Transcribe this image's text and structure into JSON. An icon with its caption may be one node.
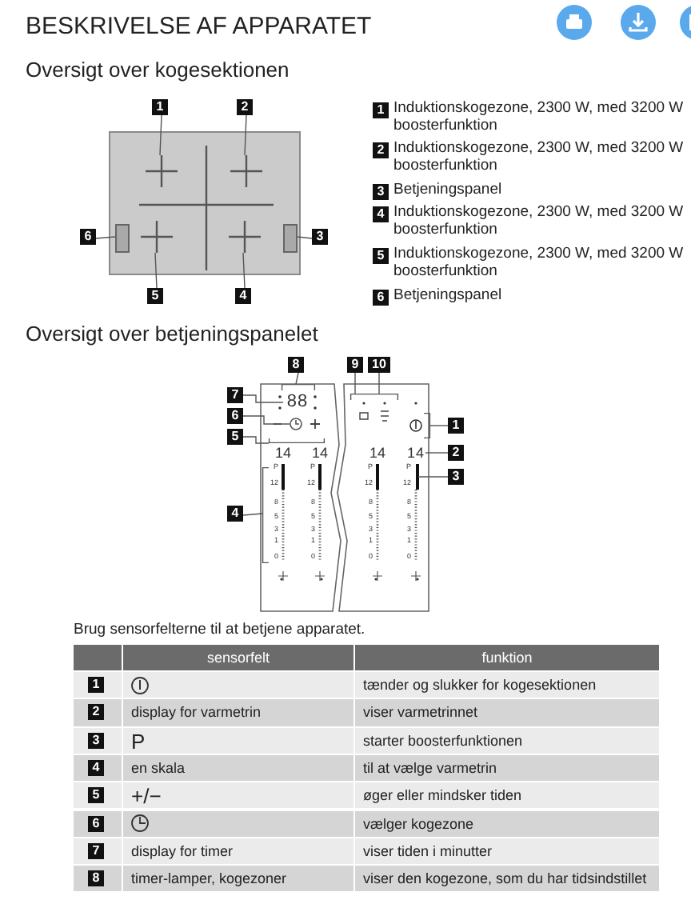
{
  "diagram": {
    "title": "BESKRIVELSE AF APPARATET",
    "nodes": [
      {
        "text": [
          "1"
        ]
      },
      {
        "text": [
          "2"
        ]
      },
      {
        "text": [
          "6"
        ]
      },
      {
        "text": [
          "3"
        ]
      },
      {
        "text": [
          "5"
        ]
      },
      {
        "text": [
          "4"
        ]
      },
      {
        "text": [],
        "shape": "box"
      },
      {
        "text": [],
        "shape": "cross",
        "in": 6
      },
      {
        "text": [],
        "shape": "cross",
        "in": 6
      },
      {
        "text": [],
        "shape": "box",
        "in": 6
      },
      {
        "text": [],
        "shape": "box",
        "in": 6
      },
      {
        "text": [],
        "shape": "cross",
        "in": 6
      },
      {
        "text": [],
        "shape": "cross",
        "in": 6
      },
      {
        "text": [
          "8"
        ]
      },
      {
        "text": [
          "9"
        ]
      },
      {
        "text": [
          "10"
        ]
      },
      {
        "text": [
          "7"
        ]
      },
      {
        "text": [
          "6"
        ]
      },
      {
        "text": [
          "1"
        ]
      },
      {
        "text": [
          "5"
        ]
      },
      {
        "text": [
          "2"
        ]
      },
      {
        "text": [
          "3"
        ]
      },
      {
        "text": [
          "4"
        ]
      },
      {
        "text": [
          "88"
        ]
      },
      {
        "text": [],
        "shape": "circle"
      },
      {
        "text": [
          "14"
        ]
      },
      {
        "text": [],
        "shape": "bar"
      },
      {
        "text": [],
        "shape": "bracket"
      },
      {
        "text": [],
        "shape": "bracket"
      },
      {
        "text": [],
        "shape": "bracket"
      },
      {
        "text": [],
        "shape": "bracket"
      },
      {
        "text": [],
        "shape": "bracket"
      },
      {
        "text": [
          "1"
        ],
        "beside": [
          "Induktionskogezone, 2300 W, med 3200 W boosterfunktion"
        ]
      },
      {
        "text": [
          "2"
        ],
        "beside": [
          "Induktionskogezone, 2300 W, med 3200 W boosterfunktion"
        ]
      },
      {
        "text": [
          "3"
        ],
        "beside": [
          "Betjeningspanel"
        ]
      },
      {
        "text": [
          "4"
        ],
        "beside": [
          "Induktionskogezone, 2300 W, med 3200 W boosterfunktion"
        ]
      },
      {
        "text": [
          "5"
        ],
        "beside": [
          "Induktionskogezone, 2300 W, med 3200 W boosterfunktion"
        ]
      },
      {
        "text": [
          "6"
        ],
        "beside": [
          "Betjeningspanel"
        ]
      },
      {
        "text": [
          "1"
        ]
      },
      {
        "text": [
          "2"
        ]
      },
      {
        "text": [
          "3"
        ]
      },
      {
        "text": [
          "4"
        ]
      },
      {
        "text": [
          "5"
        ]
      },
      {
        "text": [
          "6"
        ]
      },
      {
        "text": [
          "7"
        ]
      },
      {
        "text": [
          "8"
        ]
      }
    ],
    "edges": [
      {
        "from": 0,
        "to": 7,
        "arrow": "none"
      },
      {
        "from": 1,
        "to": 8,
        "arrow": "none"
      },
      {
        "from": 2,
        "to": 9,
        "arrow": "none"
      },
      {
        "from": 3,
        "to": 10,
        "arrow": "none"
      },
      {
        "from": 4,
        "to": 11,
        "arrow": "none"
      },
      {
        "from": 5,
        "to": 12,
        "arrow": "none"
      },
      {
        "from": 13,
        "to": 27,
        "arrow": "none"
      },
      {
        "from": 14,
        "to": 28,
        "arrow": "none"
      },
      {
        "from": 15,
        "to": 28,
        "arrow": "none"
      },
      {
        "from": 16,
        "to": 23,
        "arrow": "none"
      },
      {
        "from": 18,
        "to": 29,
        "arrow": "none"
      },
      {
        "from": 17,
        "to": 24,
        "arrow": "none"
      },
      {
        "from": 19,
        "to": 30,
        "arrow": "none"
      },
      {
        "from": 20,
        "to": 25,
        "arrow": "none"
      },
      {
        "from": 21,
        "to": 26,
        "arrow": "none"
      },
      {
        "from": 22,
        "to": 31,
        "arrow": "none"
      }
    ],
    "labels": [
      "Oversigt over kogesektionen",
      "Oversigt over betjeningspanelet",
      "14",
      "14",
      "14",
      "P",
      "12",
      "8",
      "5",
      "3",
      "1",
      "0",
      "P",
      "12",
      "8",
      "5",
      "3",
      "1",
      "0",
      "P",
      "12",
      "8",
      "5",
      "3",
      "1",
      "0",
      "P",
      "12",
      "8",
      "5",
      "3",
      "1",
      "0",
      "Brug sensorfelterne til at betjene apparatet.",
      "sensorfelt",
      "funktion",
      "tænder og slukker for kogesektionen",
      "display for varmetrin",
      "viser varmetrinnet",
      "P",
      "starter boosterfunktionen",
      "en skala",
      "til at vælge varmetrin",
      "+/−",
      "øger eller mindsker tiden",
      "vælger kogezone",
      "display for timer",
      "viser tiden i minutter",
      "timer-lamper, kogezoner",
      "viser den kogezone, som du har tidsindstillet"
    ]
  }
}
